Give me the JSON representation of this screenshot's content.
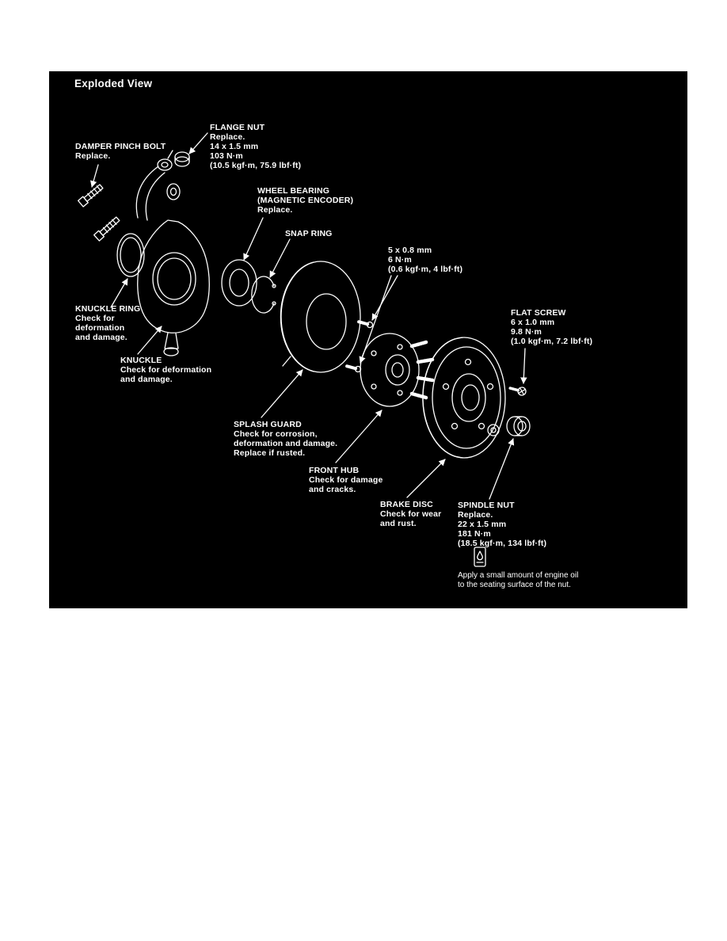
{
  "diagram": {
    "title": "Exploded View"
  },
  "colors": {
    "page_bg": "#ffffff",
    "canvas_bg": "#000000",
    "ink": "#ffffff"
  },
  "icons": {
    "engine_oil": "engine-oil-icon"
  },
  "labels": {
    "damper_pinch_bolt": {
      "lines": [
        "DAMPER PINCH BOLT",
        "Replace."
      ]
    },
    "flange_nut": {
      "lines": [
        "FLANGE NUT",
        "Replace.",
        "14 x 1.5 mm",
        "103 N·m",
        "(10.5 kgf·m, 75.9 lbf·ft)"
      ]
    },
    "wheel_bearing": {
      "lines": [
        "WHEEL BEARING",
        "(MAGNETIC ENCODER)",
        "Replace."
      ]
    },
    "snap_ring": {
      "lines": [
        "SNAP RING"
      ]
    },
    "splash_guard_screw_spec": {
      "lines": [
        "5 x 0.8 mm",
        "6 N·m",
        "(0.6 kgf·m, 4 lbf·ft)"
      ]
    },
    "flat_screw": {
      "lines": [
        "FLAT SCREW",
        "6 x 1.0 mm",
        "9.8 N·m",
        "(1.0 kgf·m, 7.2 lbf·ft)"
      ]
    },
    "knuckle_ring": {
      "lines": [
        "KNUCKLE RING",
        "Check for",
        "deformation",
        "and damage."
      ]
    },
    "knuckle": {
      "lines": [
        "KNUCKLE",
        "Check for deformation",
        "and damage."
      ]
    },
    "splash_guard": {
      "lines": [
        "SPLASH GUARD",
        "Check for corrosion,",
        "deformation and damage.",
        "Replace if rusted."
      ]
    },
    "front_hub": {
      "lines": [
        "FRONT HUB",
        "Check for damage",
        "and cracks."
      ]
    },
    "brake_disc": {
      "lines": [
        "BRAKE DISC",
        "Check for wear",
        "and rust."
      ]
    },
    "spindle_nut": {
      "lines": [
        "SPINDLE NUT",
        "Replace.",
        "22 x 1.5 mm",
        "181 N·m",
        "(18.5 kgf·m, 134 lbf·ft)"
      ]
    },
    "oil_note": {
      "lines": [
        "Apply a small amount of engine oil",
        "to the seating surface of the nut."
      ]
    }
  }
}
